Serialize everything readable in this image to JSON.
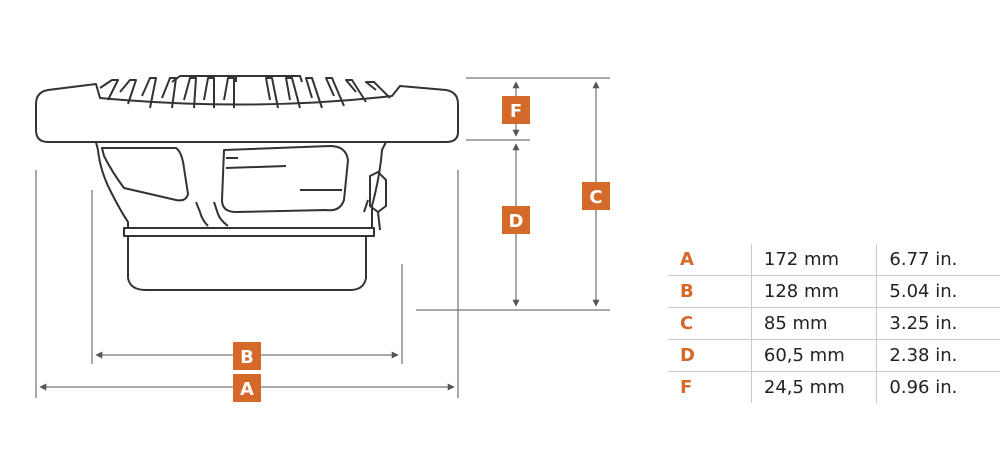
{
  "colors": {
    "accent": "#d4692a",
    "line": "#333333",
    "guide": "#555555"
  },
  "labels": {
    "a": "A",
    "b": "B",
    "c": "C",
    "d": "D",
    "f": "F"
  },
  "dimensions": [
    {
      "label": "A",
      "mm": "172 mm",
      "inch": "6.77 in."
    },
    {
      "label": "B",
      "mm": "128 mm",
      "inch": "5.04 in."
    },
    {
      "label": "C",
      "mm": "85 mm",
      "inch": "3.25 in."
    },
    {
      "label": "D",
      "mm": "60,5 mm",
      "inch": "2.38 in."
    },
    {
      "label": "F",
      "mm": "24,5 mm",
      "inch": "0.96 in."
    }
  ]
}
